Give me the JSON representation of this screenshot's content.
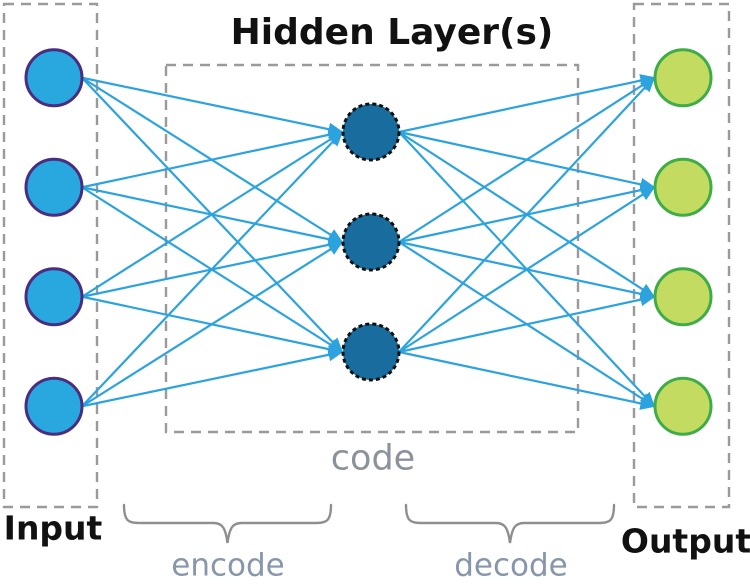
{
  "title": "Hidden Layer(s)",
  "labels": {
    "input": "Input",
    "output": "Output",
    "code": "code",
    "encode": "encode",
    "decode": "decode"
  },
  "network": {
    "connectivity": "fully-connected",
    "edge_color": "#2CA3DF",
    "box_dash_color": "#9A9A9A",
    "brace_color": "#8F8F8F",
    "layers": [
      {
        "name": "input",
        "nodes": 4,
        "fill": "#29A8DF",
        "stroke": "#4A2C80",
        "stroke_style": "solid"
      },
      {
        "name": "hidden",
        "nodes": 3,
        "fill": "#196C9E",
        "stroke": "#111111",
        "stroke_style": "dashed"
      },
      {
        "name": "output",
        "nodes": 4,
        "fill": "#C4DB62",
        "stroke": "#3EAD47",
        "stroke_style": "solid"
      }
    ]
  },
  "text_colors": {
    "title": "#111111",
    "io_labels": "#111111",
    "code": "#8B929B",
    "encode_decode": "#8796AB"
  }
}
